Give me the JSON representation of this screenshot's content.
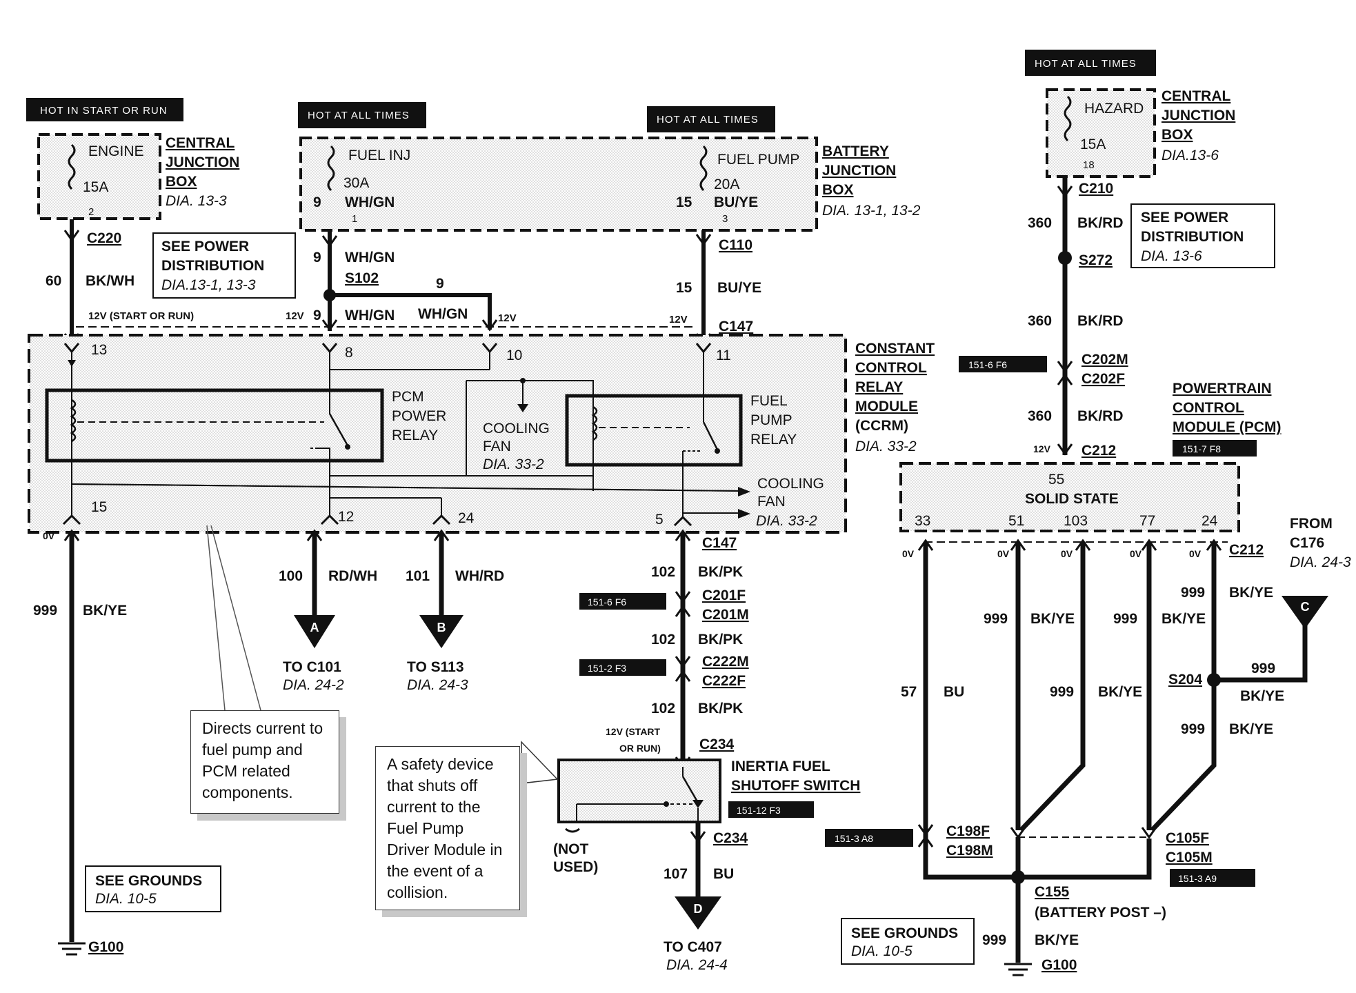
{
  "headers": {
    "engine": "HOT IN START OR RUN",
    "fuel_inj": "HOT AT ALL TIMES",
    "fuel_pump": "HOT AT ALL TIMES",
    "hazard": "HOT AT ALL TIMES"
  },
  "boxes": {
    "cjb_line1": "CENTRAL",
    "cjb_line2": "JUNCTION",
    "cjb_line3": "BOX",
    "cjb_dia": "DIA. 13-3",
    "bjb_line1": "BATTERY",
    "bjb_line2": "JUNCTION",
    "bjb_line3": "BOX",
    "bjb_dia": "DIA. 13-1, 13-2",
    "cjb2_dia": "DIA.13-6",
    "ccrm_line1": "CONSTANT",
    "ccrm_line2": "CONTROL",
    "ccrm_line3": "RELAY",
    "ccrm_line4": "MODULE",
    "ccrm_line5": "(CCRM)",
    "ccrm_dia": "DIA. 33-2",
    "pcm_line1": "POWERTRAIN",
    "pcm_line2": "CONTROL",
    "pcm_line3": "MODULE (PCM)"
  },
  "fuses": {
    "engine_name": "ENGINE",
    "engine_amp": "15A",
    "engine_num": "2",
    "inj_name": "FUEL INJ",
    "inj_amp": "30A",
    "inj_num": "1",
    "pump_name": "FUEL PUMP",
    "pump_amp": "20A",
    "pump_num": "3",
    "hazard_name": "HAZARD",
    "hazard_amp": "15A",
    "hazard_num": "18"
  },
  "see_boxes": {
    "power1_title1": "SEE POWER",
    "power1_title2": "DISTRIBUTION",
    "power1_dia": "DIA.13-1, 13-3",
    "power2_title1": "SEE POWER",
    "power2_title2": "DISTRIBUTION",
    "power2_dia": "DIA. 13-6",
    "grounds1_title": "SEE GROUNDS",
    "grounds1_dia": "DIA. 10-5",
    "grounds2_title": "SEE GROUNDS",
    "grounds2_dia": "DIA. 10-5"
  },
  "connectors": {
    "c220": "C220",
    "c110": "C110",
    "s102": "S102",
    "c147a": "C147",
    "c147b": "C147",
    "c201f": "C201F",
    "c201m": "C201M",
    "c222m": "C222M",
    "c222f": "C222F",
    "c234a": "C234",
    "c234b": "C234",
    "c210": "C210",
    "s272": "S272",
    "c202m": "C202M",
    "c202f": "C202F",
    "c212a": "C212",
    "c212b": "C212",
    "s204": "S204",
    "c198f": "C198F",
    "c198m": "C198M",
    "c105f": "C105F",
    "c105m": "C105M",
    "c155": "C155",
    "battery_post": "(BATTERY POST –)",
    "g100a": "G100",
    "g100b": "G100"
  },
  "wires": {
    "w60": "60",
    "w60_color": "BK/WH",
    "w9a": "9",
    "w9a_color": "WH/GN",
    "w9b": "9",
    "w9c": "9",
    "w9c_color": "WH/GN",
    "w9d_color": "WH/GN",
    "w15": "15",
    "w15_color": "BU/YE",
    "w15fuse": "15",
    "w15fuse_color": "BU/YE",
    "w9fuse": "9",
    "w9fuse_color": "WH/GN",
    "w999a": "999",
    "w999a_color": "BK/YE",
    "w100": "100",
    "w100_color": "RD/WH",
    "w101": "101",
    "w101_color": "WH/RD",
    "w102a": "102",
    "w102a_color": "BK/PK",
    "w102b": "102",
    "w102b_color": "BK/PK",
    "w102c": "102",
    "w102c_color": "BK/PK",
    "w107": "107",
    "w107_color": "BU",
    "w360a": "360",
    "w360a_color": "BK/RD",
    "w360b": "360",
    "w360b_color": "BK/RD",
    "w360c": "360",
    "w360c_color": "BK/RD",
    "w57": "57",
    "w57_color": "BU",
    "w999b": "999",
    "w999b_color": "BK/YE",
    "w999c": "999",
    "w999c_color": "BK/YE",
    "w999d": "999",
    "w999d_color": "BK/YE",
    "w999e": "999",
    "w999e_color": "BK/YE",
    "w999f": "999",
    "w999f_color": "BK/YE",
    "w999g": "999",
    "w999g_color": "BK/YE",
    "w999h": "999",
    "w999h_color": "BK/YE"
  },
  "voltages": {
    "v12_start_run": "12V (START OR RUN)",
    "v12a": "12V",
    "v12b": "12V",
    "v12c": "12V",
    "v12d": "12V",
    "v12_inertia_1": "12V (START",
    "v12_inertia_2": "OR RUN)",
    "ov1": "0V",
    "ov2": "0V",
    "ov3": "0V",
    "ov4": "0V",
    "ov5": "0V",
    "ov6": "0V"
  },
  "pins": {
    "p13": "13",
    "p8": "8",
    "p10": "10",
    "p11": "11",
    "p15": "15",
    "p12": "12",
    "p24": "24",
    "p5": "5",
    "pcm55": "55",
    "pcm33": "33",
    "pcm51": "51",
    "pcm103": "103",
    "pcm77": "77",
    "pcm24": "24",
    "bjb9": "9",
    "bjb15": "15"
  },
  "relays": {
    "pcm1": "PCM",
    "pcm2": "POWER",
    "pcm3": "RELAY",
    "cf1": "COOLING",
    "cf2": "FAN",
    "cf_dia": "DIA. 33-2",
    "fp1": "FUEL",
    "fp2": "PUMP",
    "fp3": "RELAY",
    "cf_out1": "COOLING",
    "cf_out2": "FAN",
    "cf_out_dia": "DIA. 33-2",
    "solid_state": "SOLID  STATE"
  },
  "destinations": {
    "a_letter": "A",
    "a_to": "TO C101",
    "a_dia": "DIA. 24-2",
    "b_letter": "B",
    "b_to": "TO S113",
    "b_dia": "DIA. 24-3",
    "c_letter": "C",
    "d_letter": "D",
    "d_to": "TO C407",
    "d_dia": "DIA. 24-4",
    "from1": "FROM",
    "from2": "C176",
    "from_dia": "DIA. 24-3"
  },
  "inertia": {
    "title1": "INERTIA FUEL",
    "title2": "SHUTOFF SWITCH",
    "not_used1": "(NOT",
    "not_used2": "USED)"
  },
  "refs": {
    "r1": "151-6 F6",
    "r2": "151-6 F6",
    "r3": "151-2 F3",
    "r4": "151-12 F3",
    "r5": "151-7 F8",
    "r6": "151-3 A8",
    "r7": "151-3 A9"
  },
  "callouts": {
    "relay_note": "Directs current to fuel pump and PCM related components.",
    "inertia_note": "A safety device that shuts off current to the Fuel Pump Driver Module in the event of a collision."
  }
}
